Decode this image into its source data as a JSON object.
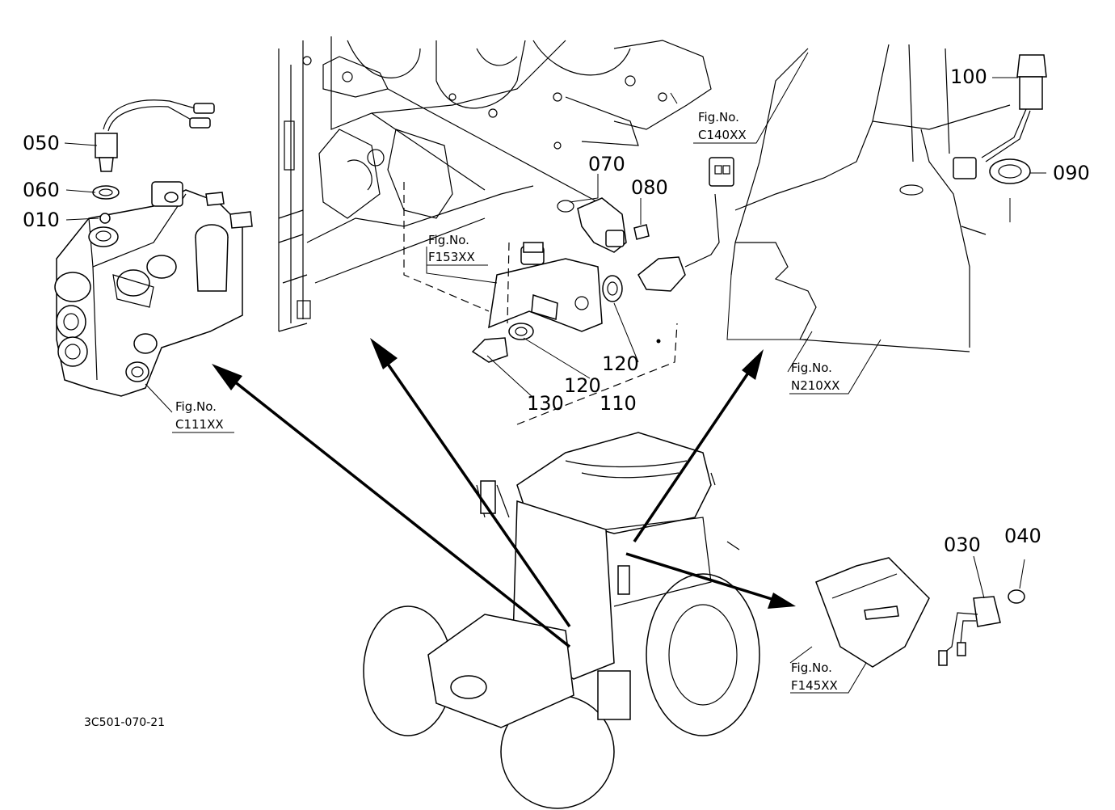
{
  "parts": [
    {
      "num": "050"
    },
    {
      "num": "060"
    },
    {
      "num": "010"
    },
    {
      "num": "070"
    },
    {
      "num": "080"
    },
    {
      "num": "100"
    },
    {
      "num": "090"
    },
    {
      "num": "120"
    },
    {
      "num": "120"
    },
    {
      "num": "130"
    },
    {
      "num": "110"
    },
    {
      "num": "030"
    },
    {
      "num": "040"
    }
  ],
  "figrefs": [
    {
      "title": "Fig.No.",
      "code": "C140XX"
    },
    {
      "title": "Fig.No.",
      "code": "F153XX"
    },
    {
      "title": "Fig.No.",
      "code": "C111XX"
    },
    {
      "title": "Fig.No.",
      "code": "N210XX"
    },
    {
      "title": "Fig.No.",
      "code": "F145XX"
    }
  ],
  "drawing_code": "3C501-070-21"
}
